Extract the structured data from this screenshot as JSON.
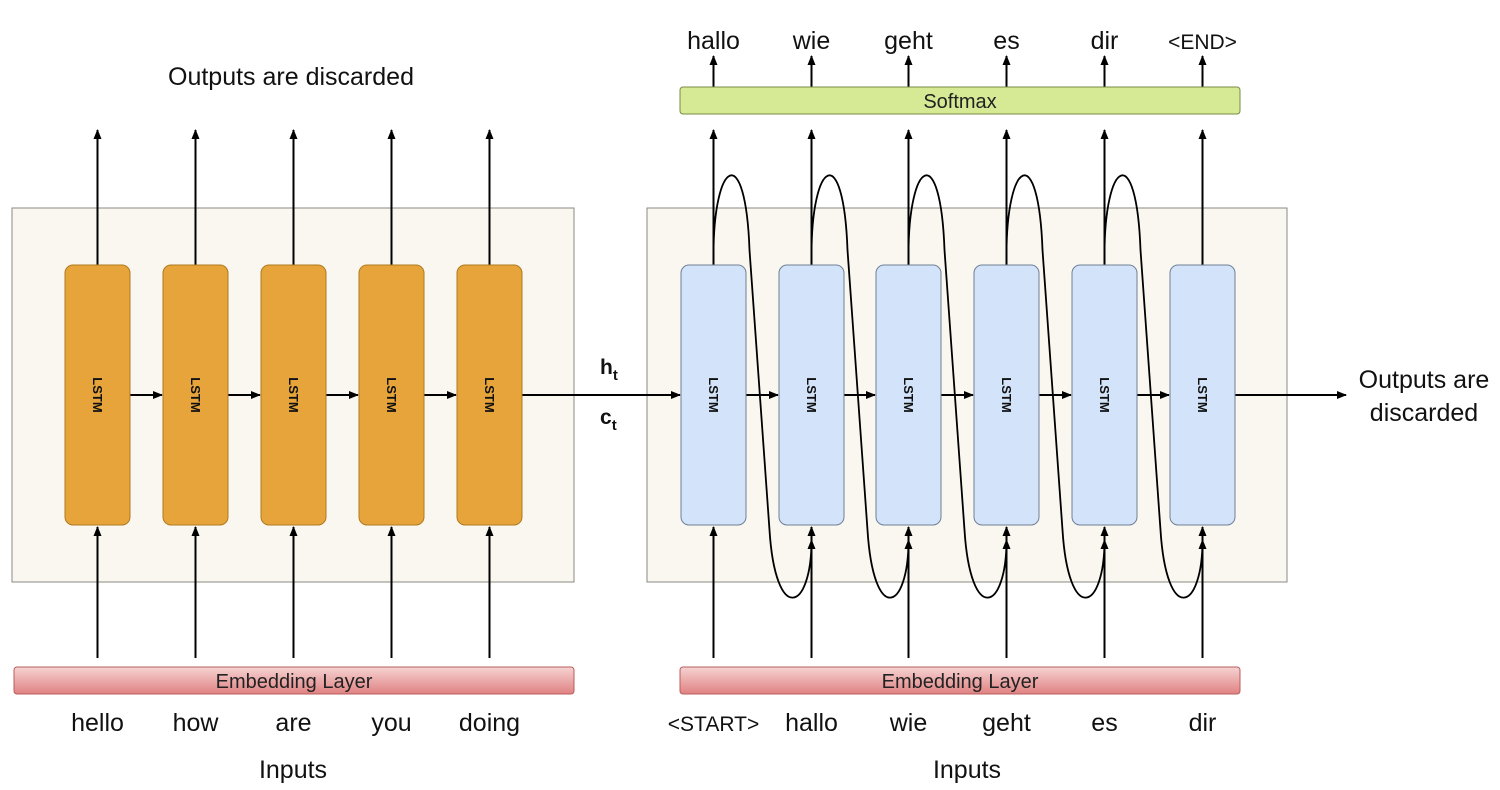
{
  "encoder": {
    "output_caption": "Outputs are discarded",
    "cell_label": "LSTM",
    "cell_count": 5,
    "embedding_label": "Embedding Layer",
    "input_words": [
      "hello",
      "how",
      "are",
      "you",
      "doing"
    ],
    "inputs_caption": "Inputs"
  },
  "states": {
    "hidden": {
      "main": "h",
      "sub": "t"
    },
    "cell": {
      "main": "c",
      "sub": "t"
    }
  },
  "decoder": {
    "output_words": [
      "hallo",
      "wie",
      "geht",
      "es",
      "dir",
      "<END>"
    ],
    "softmax_label": "Softmax",
    "cell_label": "LSTM",
    "cell_count": 6,
    "right_caption_lines": [
      "Outputs are",
      "discarded"
    ],
    "embedding_label": "Embedding Layer",
    "input_words": [
      "<START>",
      "hallo",
      "wie",
      "geht",
      "es",
      "dir"
    ],
    "inputs_caption": "Inputs"
  },
  "colors": {
    "encoder_cell": "#E6A43A",
    "encoder_cell_border": "#B07A1F",
    "decoder_cell": "#D3E4FA",
    "decoder_cell_border": "#6F8096",
    "panel_fill": "#F9F7EF",
    "panel_border": "#8A8A82",
    "embedding_top": "#F6D2D2",
    "embedding_bottom": "#E08282",
    "embedding_border": "#B85C5C",
    "softmax_fill": "#D6EA96",
    "softmax_border": "#7A8A45"
  }
}
